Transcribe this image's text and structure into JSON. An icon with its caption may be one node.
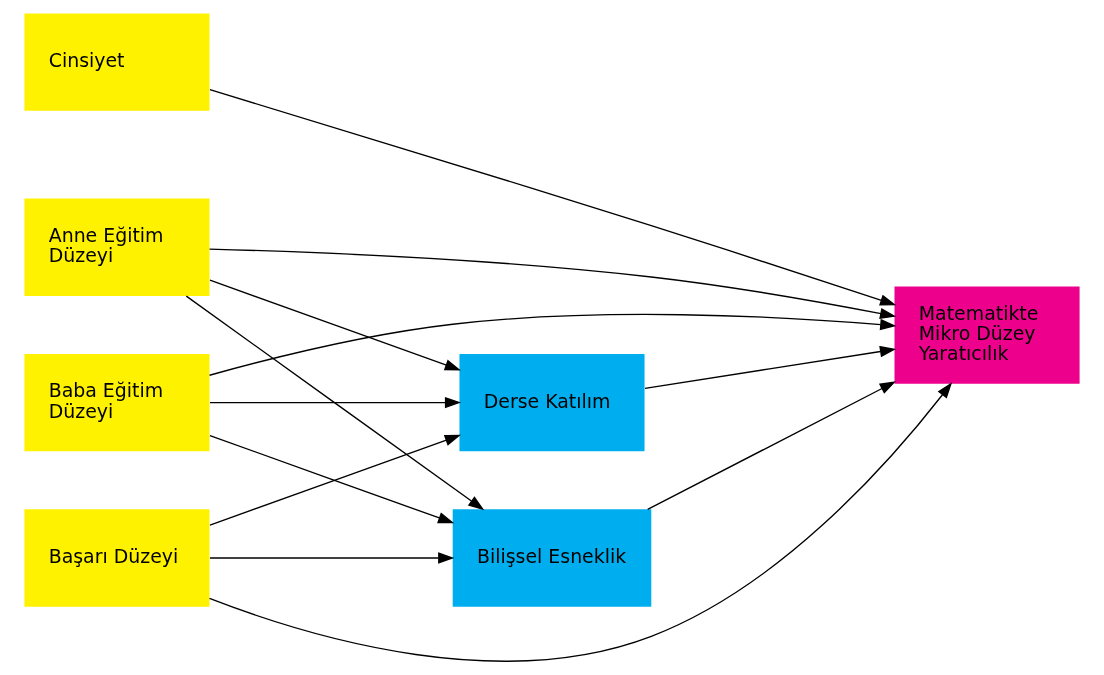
{
  "diagram": {
    "nodes": [
      {
        "text": [
          "Cinsiyet"
        ]
      },
      {
        "text": [
          "Anne Eğitim Düzeyi"
        ]
      },
      {
        "text": [
          "Baba Eğitim Düzeyi"
        ]
      },
      {
        "text": [
          "Başarı Düzeyi"
        ]
      },
      {
        "text": [
          "Derse Katılım"
        ]
      },
      {
        "text": [
          "Bilişsel Esneklik"
        ]
      },
      {
        "text": [
          "Matematikte Mikro Düzey Yaratıcılık"
        ]
      }
    ],
    "edges": [
      {
        "from": 0,
        "to": 6,
        "arrow": "to"
      },
      {
        "from": 1,
        "to": 4,
        "arrow": "to"
      },
      {
        "from": 1,
        "to": 5,
        "arrow": "to"
      },
      {
        "from": 1,
        "to": 6,
        "arrow": "to"
      },
      {
        "from": 2,
        "to": 6,
        "arrow": "to"
      },
      {
        "from": 2,
        "to": 4,
        "arrow": "to"
      },
      {
        "from": 2,
        "to": 5,
        "arrow": "to"
      },
      {
        "from": 3,
        "to": 4,
        "arrow": "to"
      },
      {
        "from": 3,
        "to": 5,
        "arrow": "to"
      },
      {
        "from": 3,
        "to": 6,
        "arrow": "to"
      },
      {
        "from": 4,
        "to": 6,
        "arrow": "to"
      },
      {
        "from": 5,
        "to": 6,
        "arrow": "to"
      }
    ]
  }
}
